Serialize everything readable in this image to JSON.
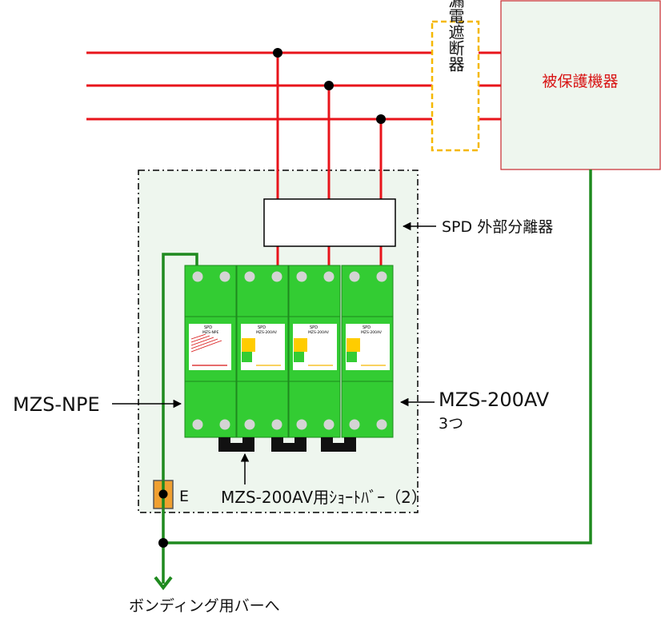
{
  "labels": {
    "protected_equipment": "被保護機器",
    "earth_leakage_breaker": "漏電遮断器",
    "spd_disconnector": "SPD 外部分離器",
    "mzs_npe": "MZS-NPE",
    "mzs_200av_line1": "MZS-200AV",
    "mzs_200av_line2": "3つ",
    "short_bar": "MZS-200AV用ｼｮｰﾄﾊﾞｰ（2）",
    "earth_terminal": "E",
    "bonding_bar": "ボンディング用バーへ"
  },
  "module_labels": {
    "npe": {
      "brand": "SPD",
      "model": "MZS-NPE"
    },
    "av": {
      "brand": "SPD",
      "model": "MZS-200AV"
    }
  },
  "colors": {
    "phase_line": "#e8141b",
    "ground_line": "#1f8a1f",
    "spd_module": "#33cc33",
    "indicator": "#ffcc00",
    "enclosure_fill": "#eef6ee",
    "breaker_border": "#f5b800",
    "equipment_text": "#d81414"
  }
}
